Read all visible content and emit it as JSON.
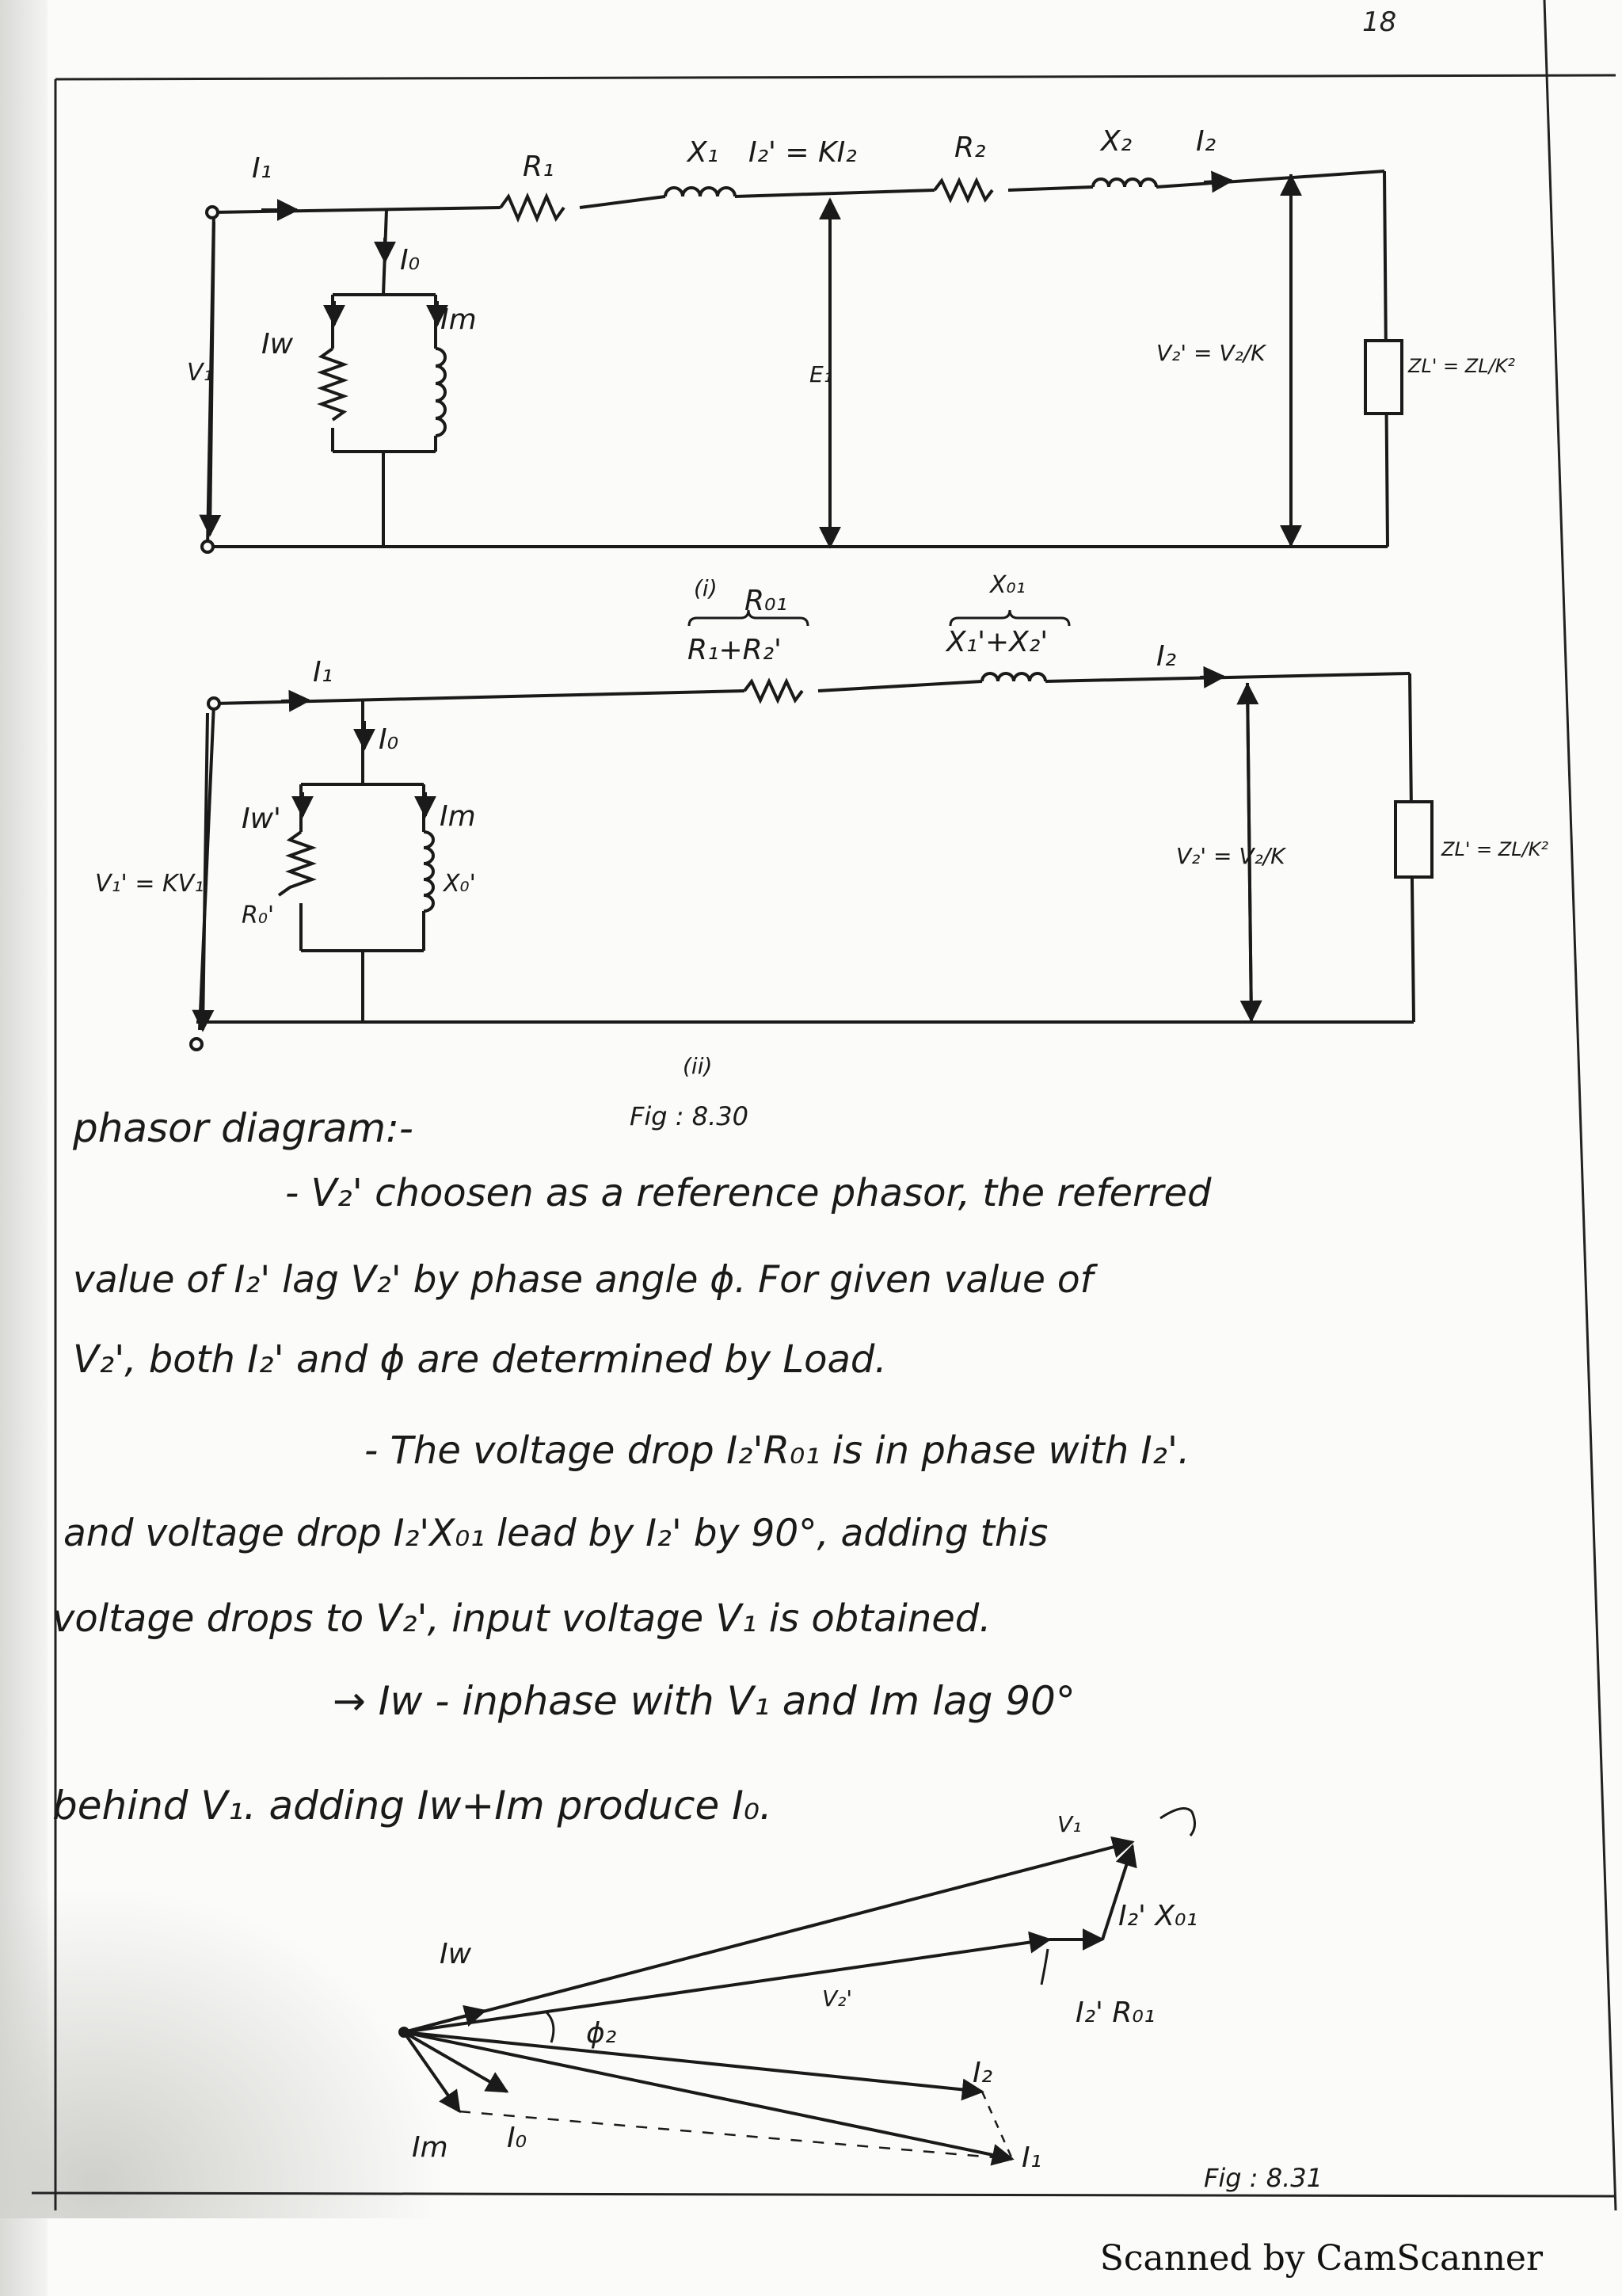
{
  "page_number": "18",
  "fig1": {
    "labels": {
      "I1": "I₁",
      "R1": "R₁",
      "X1": "X₁",
      "I2p": "I₂' = KI₂",
      "R2": "R₂",
      "X2": "X₂",
      "I2": "I₂",
      "I0": "I₀",
      "Iw": "Iw",
      "Im": "Im",
      "V1": "V₁",
      "E1": "E₁",
      "V2p": "V₂' = V₂/K",
      "ZLp": "ZL' = ZL/K²"
    },
    "caption": "(i)"
  },
  "fig2": {
    "labels": {
      "R01": "R₀₁",
      "R01_expr": "R₁+R₂'",
      "X01": "X₀₁",
      "X01_expr": "X₁'+X₂'",
      "I1": "I₁",
      "I2": "I₂",
      "I0": "I₀",
      "Iwp": "Iw'",
      "Im": "Im",
      "V1p": "V₁' = KV₁",
      "R0p": "R₀'",
      "X0p": "X₀'",
      "V2p": "V₂' = V₂/K",
      "ZLp": "ZL' = ZL/K²"
    },
    "caption": "(ii)",
    "fig_label": "Fig : 8.30"
  },
  "text": {
    "heading": "phasor diagram:-",
    "line1": "- V₂' choosen as a reference phasor, the referred",
    "line2": "value of I₂' lag V₂' by phase angle ϕ. For given value of",
    "line3": "V₂', both I₂' and ϕ are determined by Load.",
    "line4": "- The voltage drop I₂'R₀₁ is in phase with I₂'.",
    "line5": "and voltage drop I₂'X₀₁ lead by I₂' by 90°, adding this",
    "line6": "voltage drops to V₂', input voltage V₁ is obtained.",
    "line7": "→ Iw - inphase with V₁ and Im lag 90°",
    "line8": "behind V₁. adding  Iw+Im produce I₀."
  },
  "phasor": {
    "V1": "V₁",
    "I2X01": "I₂' X₀₁",
    "V2p": "V₂'",
    "I2R01": "I₂' R₀₁",
    "Iw": "Iw",
    "phi2": "ϕ₂",
    "I2": "I₂",
    "I1": "I₁",
    "Im": "Im",
    "I0": "I₀",
    "fig_label": "Fig : 8.31"
  },
  "footer": "Scanned by CamScanner"
}
